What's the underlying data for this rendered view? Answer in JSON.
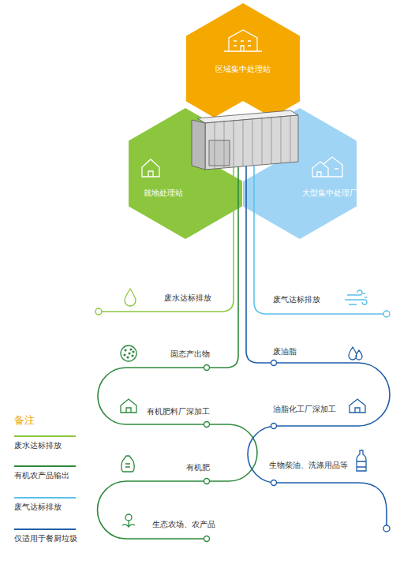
{
  "diagram": {
    "nodes": [
      {
        "text": [
          "区域集中处理站"
        ]
      },
      {
        "text": [
          "就地处理站"
        ]
      },
      {
        "text": [
          "大型集中处理厂"
        ]
      }
    ],
    "labels": [
      "废水达标排放",
      "废气达标排放",
      "固态产出物",
      "废油脂",
      "有机肥料厂深加工",
      "油脂化工厂深加工",
      "有机肥",
      "生物柴油、洗涤用品等",
      "生态农场、农产品",
      "备注"
    ],
    "legend": [
      {
        "text": "废水达标排放"
      },
      {
        "text": "有机农产品输出"
      },
      {
        "text": "废气达标排放"
      },
      {
        "text": "仅适用于餐厨垃圾"
      }
    ]
  }
}
